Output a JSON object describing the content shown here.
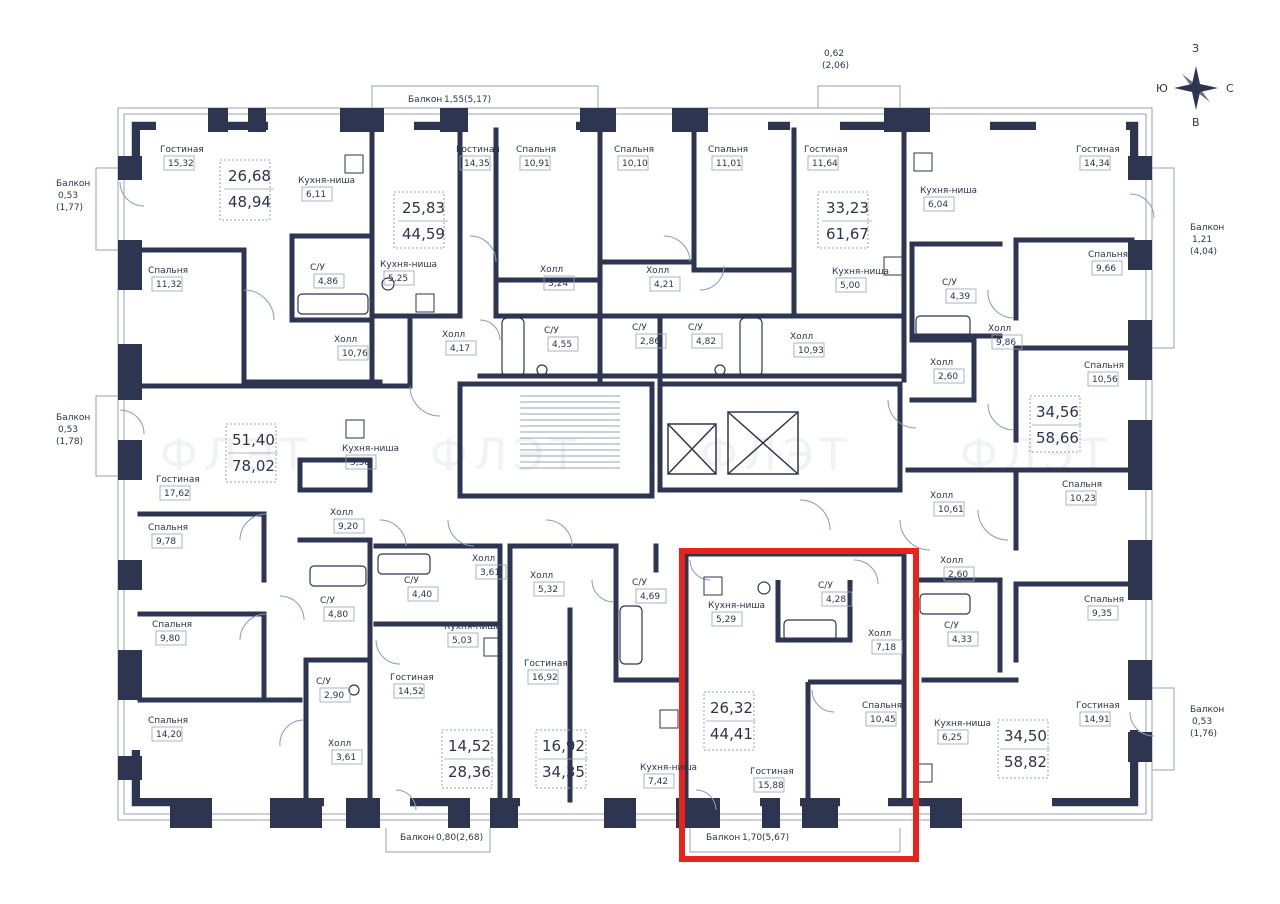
{
  "compass": {
    "north": "З",
    "west": "Ю",
    "east": "С",
    "south": "В"
  },
  "watermark": {
    "text": "ФЛЭТ"
  },
  "colors": {
    "wall": "#2e3550",
    "highlight": "#e8231b",
    "thin": "#9aa0b5",
    "door": "#7f9fbf"
  },
  "rooms": [
    {
      "label": "Гостиная",
      "value": "15,32"
    },
    {
      "label": "Кухня-ниша",
      "value": "6,11"
    },
    {
      "label": "Гостиная",
      "value": "14,35"
    },
    {
      "label": "Спальня",
      "value": "10,91"
    },
    {
      "label": "Спальня",
      "value": "10,10"
    },
    {
      "label": "Спальня",
      "value": "11,01"
    },
    {
      "label": "Гостиная",
      "value": "11,64"
    },
    {
      "label": "Кухня-ниша",
      "value": "6,04"
    },
    {
      "label": "Гостиная",
      "value": "14,34"
    },
    {
      "label": "Спальня",
      "value": "11,32"
    },
    {
      "label": "С/У",
      "value": "4,86"
    },
    {
      "label": "Кухня-ниша",
      "value": "5,25"
    },
    {
      "label": "Холл",
      "value": "3,24"
    },
    {
      "label": "Холл",
      "value": "4,21"
    },
    {
      "label": "Кухня-ниша",
      "value": "5,00"
    },
    {
      "label": "С/У",
      "value": "4,39"
    },
    {
      "label": "Спальня",
      "value": "9,66"
    },
    {
      "label": "Холл",
      "value": "10,76"
    },
    {
      "label": "Холл",
      "value": "4,17"
    },
    {
      "label": "С/У",
      "value": "4,55"
    },
    {
      "label": "С/У",
      "value": "2,86"
    },
    {
      "label": "С/У",
      "value": "4,82"
    },
    {
      "label": "Холл",
      "value": "10,93"
    },
    {
      "label": "Холл",
      "value": "9,86"
    },
    {
      "label": "Холл",
      "value": "2,60"
    },
    {
      "label": "Спальня",
      "value": "10,56"
    },
    {
      "label": "Кухня-ниша",
      "value": "5,58"
    },
    {
      "label": "Гостиная",
      "value": "17,62"
    },
    {
      "label": "Холл",
      "value": "9,20"
    },
    {
      "label": "Холл",
      "value": "10,61"
    },
    {
      "label": "Спальня",
      "value": "10,23"
    },
    {
      "label": "Спальня",
      "value": "9,78"
    },
    {
      "label": "Холл",
      "value": "3,61"
    },
    {
      "label": "С/У",
      "value": "4,40"
    },
    {
      "label": "Холл",
      "value": "5,32"
    },
    {
      "label": "С/У",
      "value": "4,69"
    },
    {
      "label": "С/У",
      "value": "4,80"
    },
    {
      "label": "Кухня-ниша",
      "value": "5,03"
    },
    {
      "label": "Кухня-ниша",
      "value": "5,29"
    },
    {
      "label": "С/У",
      "value": "4,28"
    },
    {
      "label": "Холл",
      "value": "2,60"
    },
    {
      "label": "С/У",
      "value": "4,33"
    },
    {
      "label": "Спальня",
      "value": "9,35"
    },
    {
      "label": "Спальня",
      "value": "9,80"
    },
    {
      "label": "Холл",
      "value": "7,18"
    },
    {
      "label": "С/У",
      "value": "2,90"
    },
    {
      "label": "Гостиная",
      "value": "14,52"
    },
    {
      "label": "Гостиная",
      "value": "16,92"
    },
    {
      "label": "Спальня",
      "value": "10,45"
    },
    {
      "label": "Гостиная",
      "value": "14,91"
    },
    {
      "label": "Спальня",
      "value": "14,20"
    },
    {
      "label": "Кухня-ниша",
      "value": "6,25"
    },
    {
      "label": "Холл",
      "value": "3,61"
    },
    {
      "label": "Кухня-ниша",
      "value": "7,42"
    },
    {
      "label": "Гостиная",
      "value": "15,88"
    }
  ],
  "apartments": [
    {
      "living": "26,68",
      "total": "48,94"
    },
    {
      "living": "25,83",
      "total": "44,59"
    },
    {
      "living": "33,23",
      "total": "61,67"
    },
    {
      "living": "51,40",
      "total": "78,02"
    },
    {
      "living": "34,56",
      "total": "58,66"
    },
    {
      "living": "26,32",
      "total": "44,41"
    },
    {
      "living": "14,52",
      "total": "28,36"
    },
    {
      "living": "16,92",
      "total": "34,35"
    },
    {
      "living": "34,50",
      "total": "58,82"
    }
  ],
  "balconies": [
    {
      "label": "Балкон",
      "value": "1,55(5,17)"
    },
    {
      "label": "",
      "value": "0,62",
      "value2": "(2,06)"
    },
    {
      "label": "Балкон",
      "value": "0,53",
      "value2": "(1,77)"
    },
    {
      "label": "Балкон",
      "value": "1,21",
      "value2": "(4,04)"
    },
    {
      "label": "Балкон",
      "value": "0,53",
      "value2": "(1,78)"
    },
    {
      "label": "Балкон",
      "value": "0,53",
      "value2": "(1,76)"
    },
    {
      "label": "Балкон",
      "value": "0,80(2,68)"
    },
    {
      "label": "Балкон",
      "value": "1,70(5,67)"
    }
  ]
}
